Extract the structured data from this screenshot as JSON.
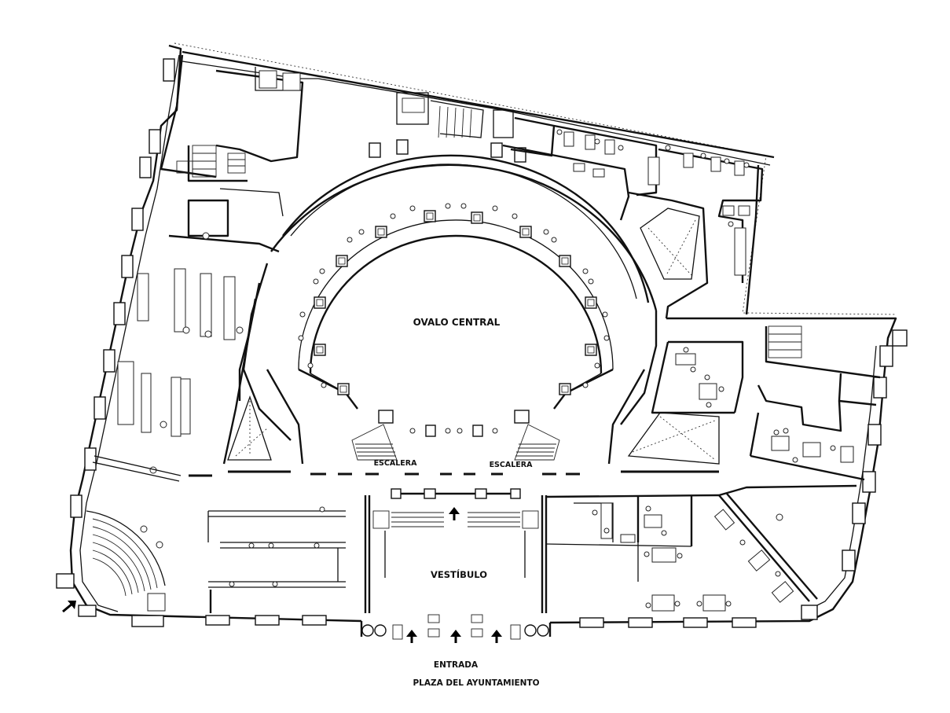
{
  "labels": {
    "central": "OVALO CENTRAL",
    "stair_left": "ESCALERA",
    "stair_right": "ESCALERA",
    "vestibule": "VESTÍBULO",
    "entrance": "ENTRADA",
    "square": "PLAZA DEL AYUNTAMIENTO"
  },
  "colors": {
    "ink": "#111111",
    "paper": "#ffffff"
  },
  "icons": [
    "arrow-up-icon",
    "arrow-diagonal-icon"
  ]
}
